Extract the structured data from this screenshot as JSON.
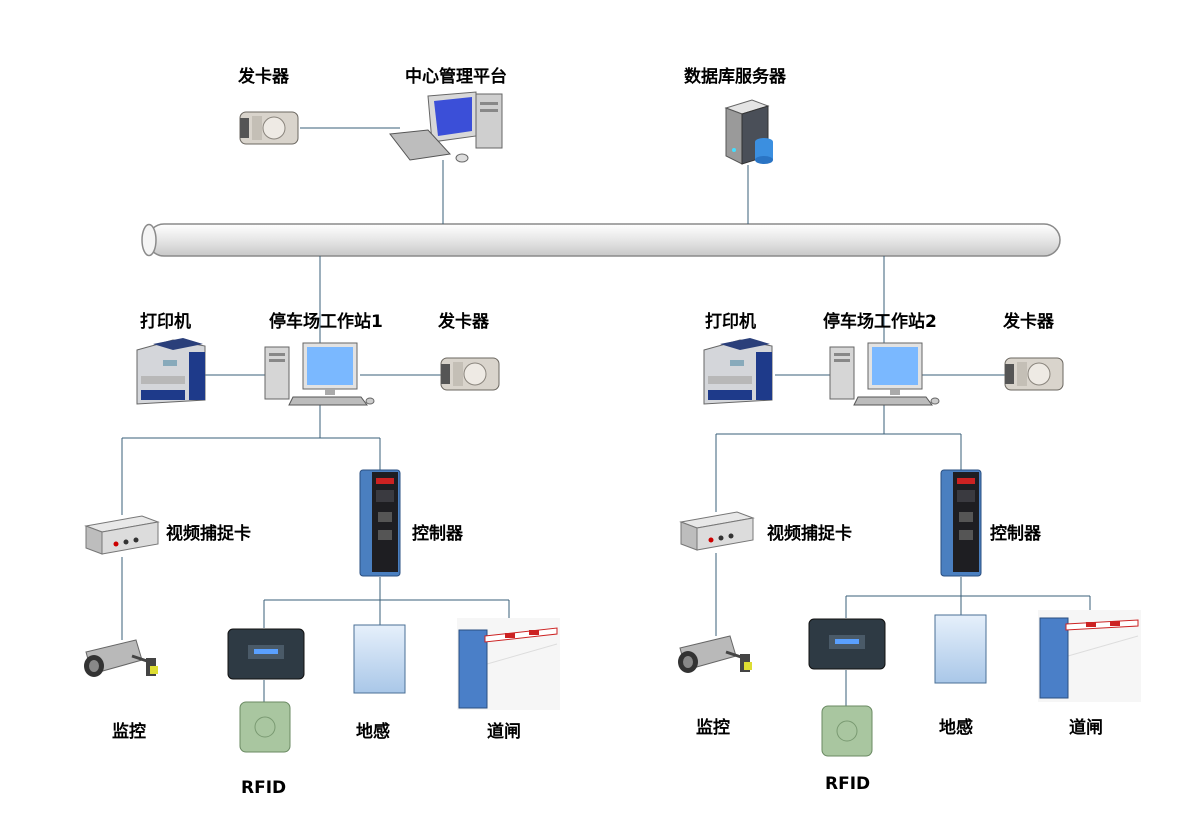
{
  "top": {
    "card_issuer": "发卡器",
    "central_platform": "中心管理平台",
    "db_server": "数据库服务器"
  },
  "stations": [
    {
      "printer": "打印机",
      "workstation": "停车场工作站1",
      "card_issuer": "发卡器",
      "capture_card": "视频捕捉卡",
      "controller": "控制器",
      "monitor": "监控",
      "rfid": "RFID",
      "loop_sensor": "地感",
      "barrier_gate": "道闸"
    },
    {
      "printer": "打印机",
      "workstation": "停车场工作站2",
      "card_issuer": "发卡器",
      "capture_card": "视频捕捉卡",
      "controller": "控制器",
      "monitor": "监控",
      "rfid": "RFID",
      "loop_sensor": "地感",
      "barrier_gate": "道闸"
    }
  ],
  "colors": {
    "line": "#3a5f7a",
    "bus_fill": "#ececec",
    "bus_stroke": "#8a8a8a",
    "accent_blue": "#3d6fb0",
    "loop_fill": "#c3d9f0"
  }
}
